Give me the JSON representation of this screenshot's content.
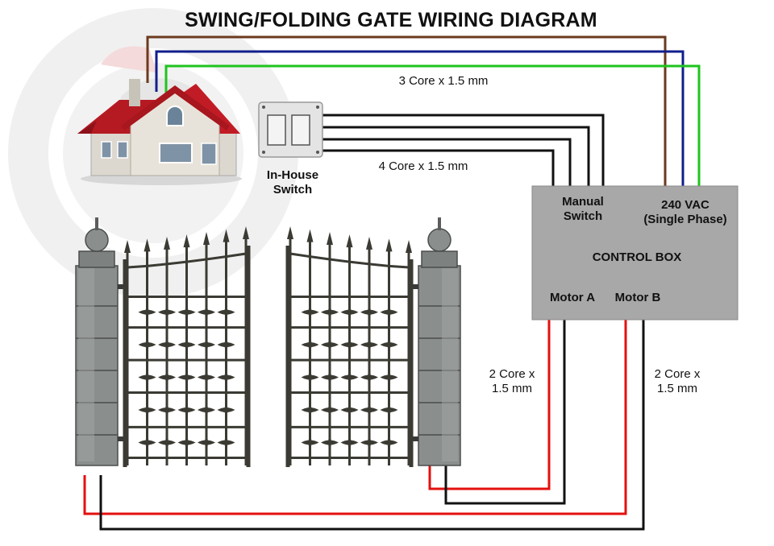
{
  "diagram": {
    "title": "SWING/FOLDING GATE WIRING DIAGRAM",
    "cables": {
      "power_cable": "3 Core x 1.5 mm",
      "switch_cable": "4 Core x 1.5 mm",
      "motor_a_cable": [
        "2 Core x",
        "1.5 mm"
      ],
      "motor_b_cable": [
        "2 Core x",
        "1.5 mm"
      ]
    },
    "in_house_switch": [
      "In-House",
      "Switch"
    ],
    "control_box": {
      "manual_switch": [
        "Manual",
        "Switch"
      ],
      "power": [
        "240 VAC",
        "(Single Phase)"
      ],
      "title": "CONTROL BOX",
      "motor_a": "Motor A",
      "motor_b": "Motor B"
    }
  },
  "colors": {
    "wire_brown": "#6b3a1e",
    "wire_blue": "#101e8c",
    "wire_green": "#1ec41e",
    "wire_black": "#111111",
    "wire_red": "#e3100e",
    "control_box_fill": "#a8a8a8",
    "roof_red": "#b51a22",
    "watermark": "#e8e8e8"
  },
  "icons": [
    "house-icon",
    "wall-switch-icon",
    "gate-pillar-icon",
    "gate-leaf-icon",
    "watermark-logo"
  ]
}
